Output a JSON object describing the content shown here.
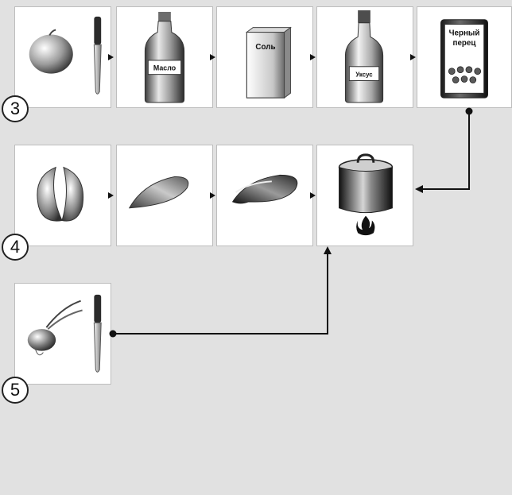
{
  "step_numbers": {
    "row1": "3",
    "row2": "4",
    "row3": "5"
  },
  "labels": {
    "oil": "Масло",
    "salt": "Соль",
    "vinegar": "Уксус",
    "pepper_line1": "Черный",
    "pepper_line2": "перец"
  },
  "icons": {
    "row1": [
      "apple-and-knife-icon",
      "oil-bottle-icon",
      "salt-pack-icon",
      "vinegar-bottle-icon",
      "black-pepper-can-icon"
    ],
    "row2": [
      "split-halves-icon",
      "leaf-piece-icon",
      "marinated-piece-icon",
      "pot-on-fire-icon"
    ],
    "row3": [
      "onion-and-knife-icon"
    ]
  },
  "colors": {
    "background": "#e1e1e1",
    "card": "#ffffff",
    "line": "#111111"
  }
}
